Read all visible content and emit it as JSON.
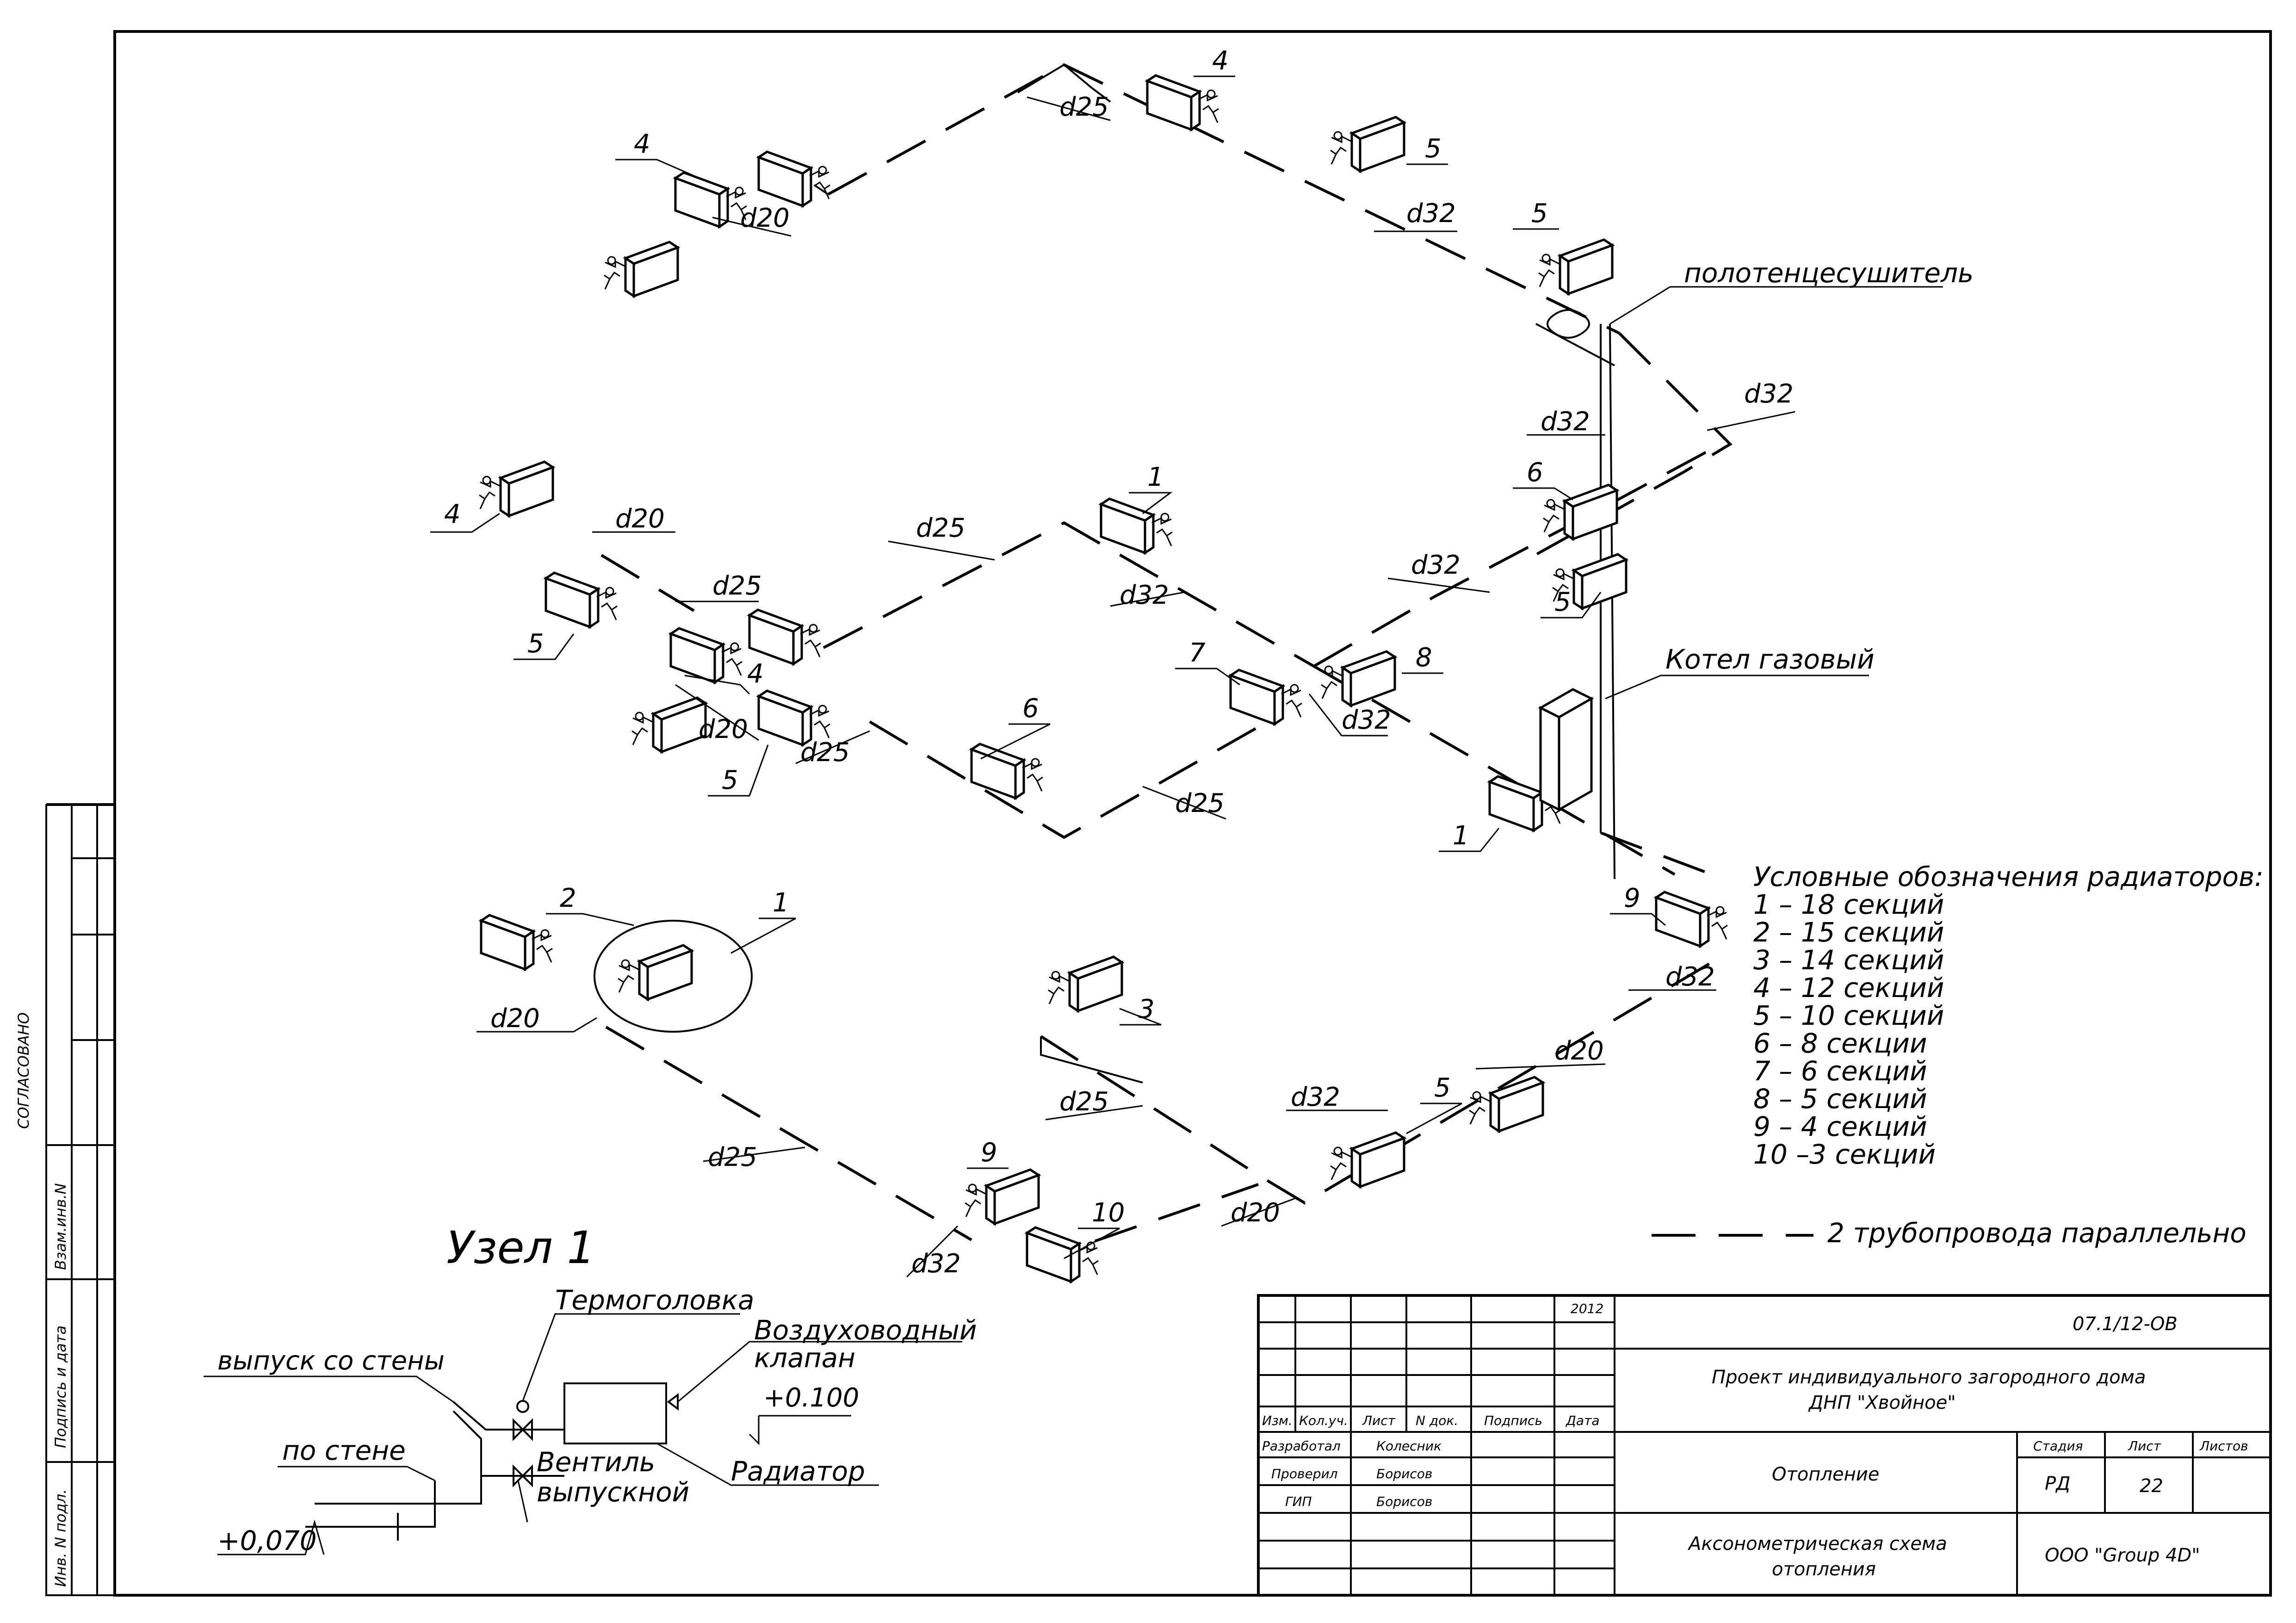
{
  "diagram": {
    "pipe_labels": {
      "d25_top": "d25",
      "d20_top": "d20",
      "d32_top": "d32",
      "d32_towel": "d32",
      "d32_upright": "d32",
      "d20_mid_left": "d20",
      "d25_mid_left": "d25",
      "d25_mid": "d25",
      "d32_mid": "d32",
      "d32_right": "d32",
      "d32_center": "d32",
      "d20_mid": "d20",
      "d25_mid2": "d25",
      "d25_mid3": "d25",
      "d20_low": "d20",
      "d25_low": "d25",
      "d25_low2": "d25",
      "d32_low": "d32",
      "d20_low_right": "d20",
      "d32_low2": "d32",
      "d20_low2": "d20",
      "d32_low_right": "d32"
    },
    "radiator_numbers": {
      "r_top_1": "4",
      "r_top_2": "4",
      "r_top_3": "5",
      "r_top_4": "5",
      "r_m1": "4",
      "r_m2": "5",
      "r_m3": "1",
      "r_m4": "4",
      "r_m5": "5",
      "r_m6": "6",
      "r_m7": "7",
      "r_m8": "8",
      "r_m9": "6",
      "r_m10": "5",
      "r_m11": "1",
      "r_l1": "2",
      "r_l2": "1",
      "r_l3": "3",
      "r_l4": "9",
      "r_l5": "10",
      "r_l6": "5",
      "r_l7": "9"
    },
    "towel_dryer": "полотенцесушитель",
    "boiler": "Котел газовый"
  },
  "legend": {
    "title": "Условные обозначения радиаторов:",
    "items": [
      "1 – 18 секций",
      "2 – 15 секций",
      "3 – 14 секций",
      "4 – 12 секций",
      "5 – 10 секций",
      "6 – 8 секции",
      "7 – 6 секций",
      "8 – 5 секций",
      "9 – 4 секций",
      "10 –3 секций"
    ],
    "dash_note": "2 трубопровода параллельно"
  },
  "node": {
    "title": "Узел 1",
    "thermo_head": "Термоголовка",
    "air_valve_1": "Воздуховодный",
    "air_valve_2": "клапан",
    "outlet_from_wall": "выпуск со стены",
    "along_wall": "по стене",
    "level_100": "+0.100",
    "level_070": "+0,070",
    "radiator": "Радиатор",
    "valve_1": "Вентиль",
    "valve_2": "выпускной"
  },
  "side_stamp": {
    "agreed": "СОГЛАСОВАНО",
    "replaced_inv": "Взам.инв.N",
    "sign_date": "Подпись и дата",
    "inv_orig": "Инв. N подл."
  },
  "title_block": {
    "year": "2012",
    "doc_code": "07.1/12-ОВ",
    "project_1": "Проект индивидуального загородного дома",
    "project_2": "ДНП \"Хвойное\"",
    "col_change": "Изм.",
    "col_count": "Кол.уч.",
    "col_sheet": "Лист",
    "col_doc": "N док.",
    "col_sign": "Подпись",
    "col_date": "Дата",
    "dev_role": "Разработал",
    "dev_name": "Колесник",
    "chk_role": "Проверил",
    "chk_name": "Борисов",
    "gip_role": "ГИП",
    "gip_name": "Борисов",
    "section": "Отопление",
    "stage_h": "Стадия",
    "sheet_h": "Лист",
    "sheets_h": "Листов",
    "stage": "РД",
    "sheet": "22",
    "drawing_1": "Аксонометрическая схема",
    "drawing_2": "отопления",
    "company": "ООО \"Group 4D\""
  }
}
